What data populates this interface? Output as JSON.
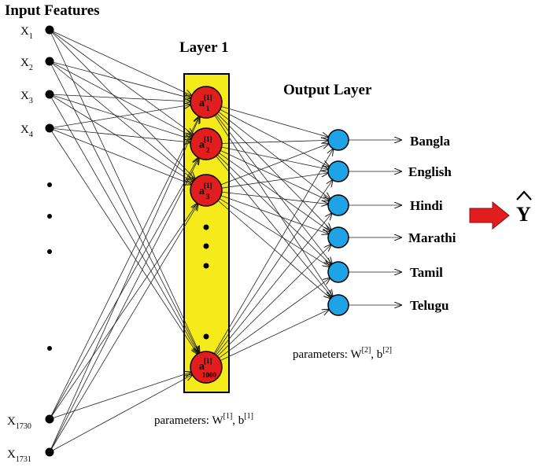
{
  "input_title": "Input Features",
  "hidden_title": "Layer 1",
  "output_title": "Output Layer",
  "inputs": [
    {
      "base": "X",
      "sub": "1"
    },
    {
      "base": "X",
      "sub": "2"
    },
    {
      "base": "X",
      "sub": "3"
    },
    {
      "base": "X",
      "sub": "4"
    },
    {
      "base": "X",
      "sub": "1730"
    },
    {
      "base": "X",
      "sub": "1731"
    }
  ],
  "hidden_neurons": [
    {
      "base": "a",
      "sup": "[1]",
      "sub": "1"
    },
    {
      "base": "a",
      "sup": "[1]",
      "sub": "2"
    },
    {
      "base": "a",
      "sup": "[1]",
      "sub": "3"
    },
    {
      "base": "a",
      "sup": "[1]",
      "sub": "1000"
    }
  ],
  "outputs": [
    "Bangla",
    "English",
    "Hindi",
    "Marathi",
    "Tamil",
    "Telugu"
  ],
  "hidden_params": {
    "text": "parameters: ",
    "w": "W",
    "w_sup": "[1]",
    "sep": ", ",
    "b": "b",
    "b_sup": "[1]"
  },
  "output_params": {
    "text": "parameters: ",
    "w": "W",
    "w_sup": "[2]",
    "sep": ", ",
    "b": "b",
    "b_sup": "[2]"
  },
  "result_symbol": "Y",
  "colors": {
    "hidden_box": "#f5eb1a",
    "hidden_neuron": "#e21d1d",
    "output_neuron": "#1ea3e6",
    "arrow": "#e21d1d",
    "line": "#222222"
  }
}
